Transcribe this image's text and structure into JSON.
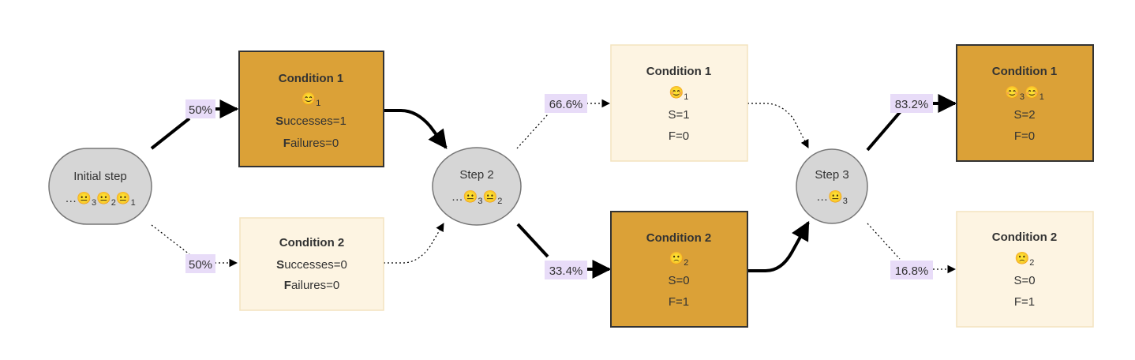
{
  "colors": {
    "dark_box": "#dba137",
    "light_box": "#fdf4e2",
    "light_box_border": "#f3e3bf",
    "step_fill": "#d6d6d6",
    "step_stroke": "#777777",
    "label_bg": "#e8dcf8",
    "edge": "#000000"
  },
  "icons": {
    "happy": "smiling-face-icon",
    "neutral": "neutral-face-icon",
    "sad": "frowning-face-icon"
  },
  "steps": {
    "initial": {
      "name": "Initial step",
      "queue": "…😐3😐2😐1"
    },
    "step2": {
      "name": "Step 2",
      "queue": "…😐3😐2"
    },
    "step3": {
      "name": "Step 3",
      "queue": "…😐3"
    }
  },
  "stage1": {
    "cond1": {
      "title": "Condition 1",
      "sub": "1",
      "successes_label": "uccesses=1",
      "failures_label": "ailures=0",
      "s_initial": "S",
      "f_initial": "F"
    },
    "cond2": {
      "title": "Condition 2",
      "successes_label": "uccesses=0",
      "failures_label": "ailures=0",
      "s_initial": "S",
      "f_initial": "F"
    }
  },
  "stage2": {
    "cond1": {
      "title": "Condition 1",
      "sub": "1",
      "s": "S=1",
      "f": "F=0"
    },
    "cond2": {
      "title": "Condition 2",
      "sub": "2",
      "s": "S=0",
      "f": "F=1"
    }
  },
  "stage3": {
    "cond1": {
      "title": "Condition 1",
      "sub_a": "3",
      "sub_b": "1",
      "s": "S=2",
      "f": "F=0"
    },
    "cond2": {
      "title": "Condition 2",
      "sub": "2",
      "s": "S=0",
      "f": "F=1"
    }
  },
  "edge_labels": {
    "init_to_c1": "50%",
    "init_to_c2": "50%",
    "step2_to_c1": "66.6%",
    "step2_to_c2": "33.4%",
    "step3_to_c1": "83.2%",
    "step3_to_c2": "16.8%"
  }
}
